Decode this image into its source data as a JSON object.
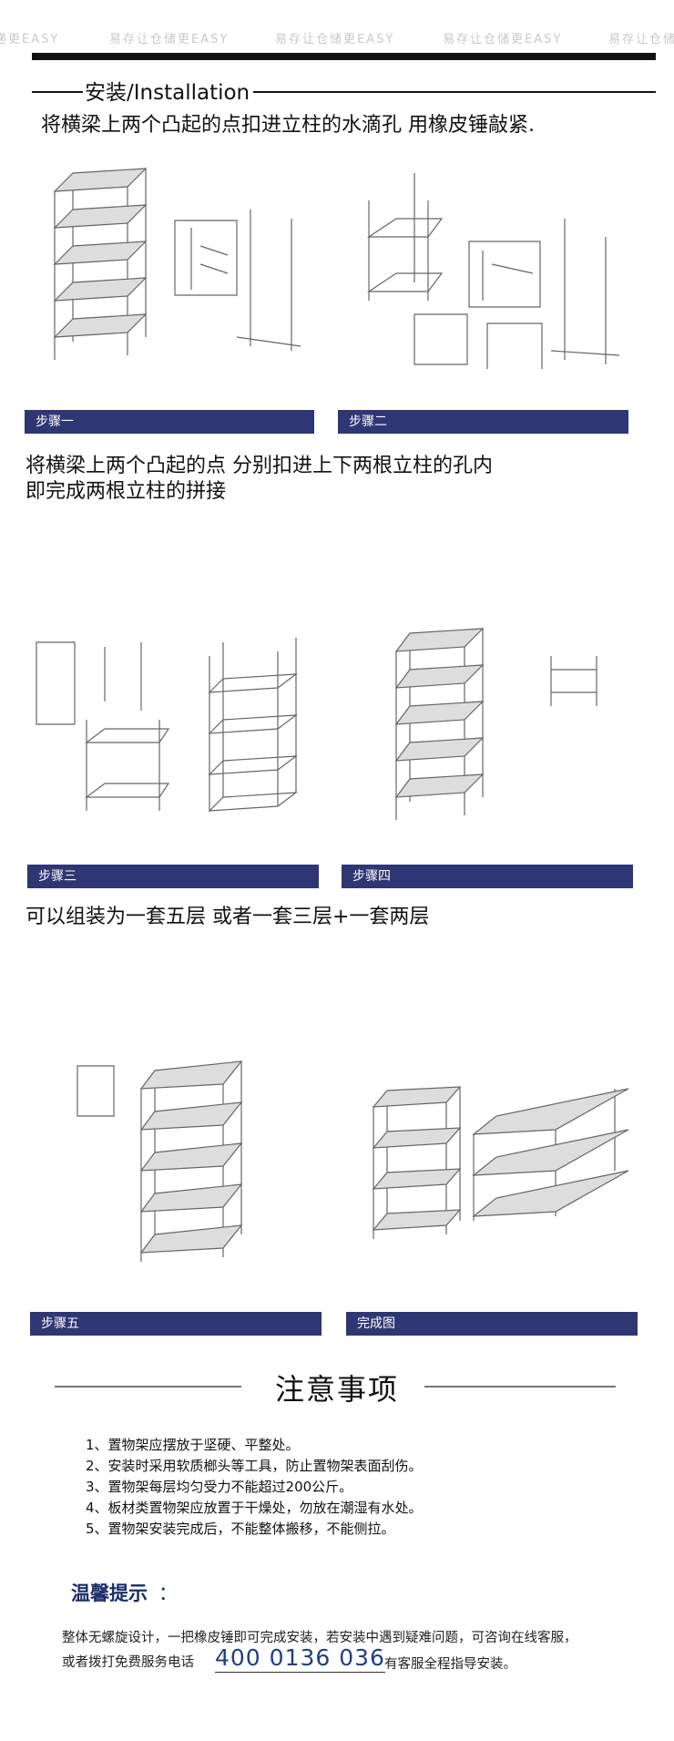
{
  "watermark": {
    "texts": [
      "递更EASY",
      "易存让仓储更EASY",
      "易存让仓储更EASY",
      "易存让仓储更EASY",
      "易存让仓储"
    ]
  },
  "install": {
    "title": "安装/Installation",
    "caption1": "将横梁上两个凸起的点扣进立柱的水滴孔  用橡皮锤敲紧.",
    "caption2_line1": "将横梁上两个凸起的点 分别扣进上下两根立柱的孔内",
    "caption2_line2": "即完成两根立柱的拼接",
    "caption3": "可以组装为一套五层 或者一套三层+一套两层"
  },
  "steps": {
    "step1": "步骤一",
    "step2": "步骤二",
    "step3": "步骤三",
    "step4": "步骤四",
    "step5": "步骤五",
    "done": "完成图"
  },
  "notes": {
    "title": "注意事项",
    "items": [
      "1、置物架应摆放于坚硬、平整处。",
      "2、安装时采用软质榔头等工具，防止置物架表面刮伤。",
      "3、置物架每层均匀受力不能超过200公斤。",
      "4、板材类置物架应放置于干燥处，勿放在潮湿有水处。",
      "5、置物架安装完成后，不能整体搬移，不能侧拉。"
    ]
  },
  "tip": {
    "title": "温馨提示",
    "colon": "：",
    "line1": "整体无螺旋设计，一把橡皮锤即可完成安装，若安装中遇到疑难问题，可咨询在线客服，",
    "line2": "或者拨打免费服务电话",
    "phone": "400 0136 036",
    "line3": "有客服全程指导安装。"
  },
  "colors": {
    "step_bar": "#2e3673",
    "tip_title": "#1a2c6a",
    "phone": "#1f3f8a"
  }
}
